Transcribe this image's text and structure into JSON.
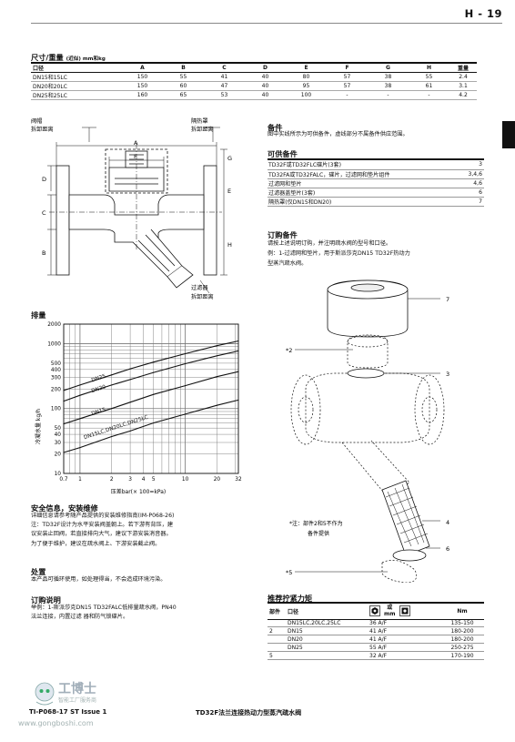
{
  "page_number": "H - 19",
  "dimensions": {
    "title": "尺寸/重量",
    "title_note": "(近似) mm和kg",
    "headers": [
      "口径",
      "A",
      "B",
      "C",
      "D",
      "E",
      "F",
      "G",
      "H",
      "重量"
    ],
    "rows": [
      [
        "DN15和15LC",
        "150",
        "55",
        "41",
        "40",
        "80",
        "57",
        "38",
        "55",
        "2.4"
      ],
      [
        "DN20和20LC",
        "150",
        "60",
        "47",
        "40",
        "95",
        "57",
        "38",
        "61",
        "3.1"
      ],
      [
        "DN25和25LC",
        "160",
        "65",
        "53",
        "40",
        "100",
        "-",
        "-",
        "-",
        "4.2"
      ]
    ]
  },
  "drawing": {
    "label_cap": "阀帽",
    "label_cap2": "拆卸距离",
    "label_shield": "隔热罩",
    "label_shield2": "拆卸距离",
    "label_strainer": "过滤器",
    "label_strainer2": "拆卸距离",
    "letters": [
      "A",
      "F",
      "D",
      "C",
      "B",
      "G",
      "E",
      "H"
    ]
  },
  "spares": {
    "title": "备件",
    "desc": "图中实线所示为可供备件，虚线部分不属备件供应范围。",
    "available_title": "可供备件",
    "items": [
      {
        "label": "TD32F或TD32FLC碟片(3套)",
        "num": "3"
      },
      {
        "label": "TD32FA或TD32FALC，碟片，过滤网和垫片组件",
        "num": "3,4,6"
      },
      {
        "label": "过滤网和垫片",
        "num": "4,6"
      },
      {
        "label": "过滤器盖垫片(3套)",
        "num": "6"
      },
      {
        "label": "隔热罩(仅DN15和DN20)",
        "num": "7"
      }
    ],
    "order_title": "订购备件",
    "order_line1": "请按上述说明订购，并注明疏水阀的型号和口径。",
    "order_line2": "例：1-过滤网和垫片，用于斯派莎克DN15 TD32F热动力",
    "order_line3": "型蒸汽疏水阀。",
    "callouts": [
      "7",
      "*2",
      "3",
      "4",
      "6",
      "*5"
    ],
    "note_line1": "*注：部件2和5不作为",
    "note_line2": "备件提供"
  },
  "capacity": {
    "title": "排量",
    "ylabel": "冷凝水量 kg/h",
    "xlabel": "压差bar(× 100=kPa)",
    "y_ticks": [
      "2000",
      "1000",
      "500",
      "400",
      "300",
      "200",
      "100",
      "50",
      "40",
      "30",
      "20",
      "10"
    ],
    "x_ticks": [
      "0.7",
      "1",
      "2",
      "3",
      "4",
      "5",
      "10",
      "20",
      "32"
    ],
    "series_labels": [
      "DN25",
      "DN20",
      "DN15",
      "DN15LC,DN20LC,DN25LC"
    ]
  },
  "chart_data": {
    "type": "line",
    "title": "排量",
    "xlabel": "压差bar(× 100=kPa)",
    "ylabel": "冷凝水量 kg/h",
    "x_scale": "log",
    "y_scale": "log",
    "xlim": [
      0.7,
      32
    ],
    "ylim": [
      10,
      2000
    ],
    "grid": true,
    "series": [
      {
        "name": "DN25",
        "x": [
          0.7,
          1,
          2,
          3,
          5,
          10,
          20,
          32
        ],
        "y": [
          190,
          230,
          330,
          410,
          520,
          700,
          930,
          1100
        ]
      },
      {
        "name": "DN20",
        "x": [
          0.7,
          1,
          2,
          3,
          5,
          10,
          20,
          32
        ],
        "y": [
          130,
          160,
          230,
          280,
          360,
          490,
          650,
          770
        ]
      },
      {
        "name": "DN15",
        "x": [
          0.7,
          1,
          2,
          3,
          5,
          10,
          20,
          32
        ],
        "y": [
          58,
          70,
          100,
          125,
          165,
          225,
          310,
          370
        ]
      },
      {
        "name": "DN15LC,DN20LC,DN25LC",
        "x": [
          0.7,
          1,
          2,
          3,
          5,
          10,
          20,
          32
        ],
        "y": [
          21,
          25,
          37,
          45,
          60,
          82,
          112,
          135
        ]
      }
    ]
  },
  "safety": {
    "title": "安全信息，安装维修",
    "lines": [
      "详细信息请参考随产品提供的安装维修指南(IM-P068-26)",
      "注：TD32F设计为水平安装阀盖朝上。若下游有背压，建",
      "议安装止回阀，若直接排向大气，建议下游安装消音器。",
      "为了便于维护，建议在疏水阀上、下游安装截止阀。"
    ]
  },
  "disposal": {
    "title": "处置",
    "line": "本产品可循环使用，如处理得当，不会造成环境污染。"
  },
  "ordering": {
    "title": "订购说明",
    "lines": [
      "举例：1-斯派莎克DN15 TD32FALC低排量疏水阀，PN40",
      "法兰连接，内置过滤 器和防气锁碟片。"
    ]
  },
  "torque": {
    "title": "推荐拧紧力矩",
    "h_part": "部件",
    "h_size": "口径",
    "h_or": "或",
    "h_mm": "mm",
    "h_nm": "Nm",
    "rows": [
      {
        "part": "",
        "size": "DN15LC,20LC,25LC",
        "af": "36 A/F",
        "nm": "135-150"
      },
      {
        "part": "2",
        "size": "DN15",
        "af": "41 A/F",
        "nm": "180-200"
      },
      {
        "part": "",
        "size": "DN20",
        "af": "41 A/F",
        "nm": "180-200"
      },
      {
        "part": "",
        "size": "DN25",
        "af": "55 A/F",
        "nm": "250-275"
      },
      {
        "part": "5",
        "size": "",
        "af": "32 A/F",
        "nm": "170-190"
      }
    ]
  },
  "footer": {
    "ref": "TI-P068-17 ST Issue 1",
    "title": "TD32F法兰连接热动力型蒸汽疏水阀"
  },
  "watermark": {
    "brand": "工博士",
    "sub": "智能工厂服务商",
    "url": "www.gongboshi.com"
  }
}
